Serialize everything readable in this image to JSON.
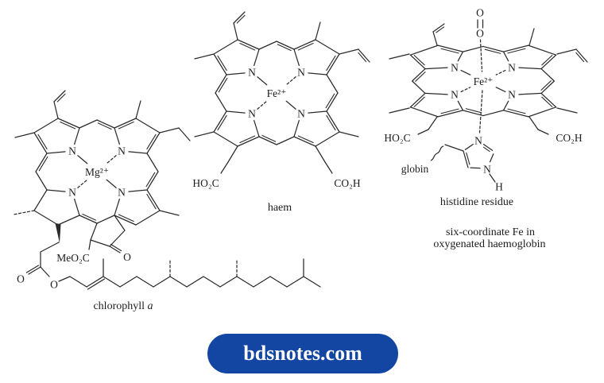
{
  "labels": {
    "nitrogen": "N",
    "oxygen": "O",
    "hydrogen": "H",
    "mg_ion": "Mg²⁺",
    "fe_ion": "Fe²⁺",
    "ho2c": "HO₂C",
    "co2h": "CO₂H",
    "meo2c": "MeO₂C",
    "globin": "globin"
  },
  "captions": {
    "chlorophyll": "chlorophyll ",
    "chlorophyll_variant": "a",
    "haem": "haem",
    "histidine": "histidine residue",
    "oxy_line1": "six-coordinate Fe in",
    "oxy_line2": "oxygenated haemoglobin"
  },
  "button": {
    "label": "bdsnotes.com",
    "background": "#1346a3",
    "text_color": "#ffffff"
  },
  "colors": {
    "page_background": "#ffffff",
    "bond_ink": "#2b2b2b"
  }
}
